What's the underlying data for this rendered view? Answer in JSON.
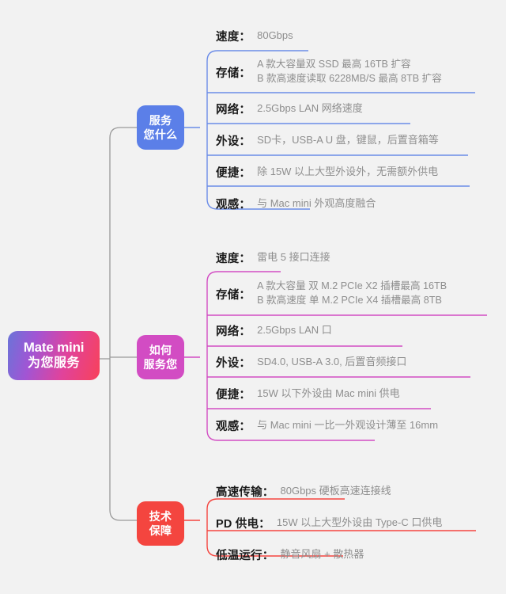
{
  "root": {
    "line1": "Mate mini",
    "line2": "为您服务",
    "gradient_from": "#6a74d8",
    "gradient_mid": "#e0439c",
    "gradient_to": "#f8415a"
  },
  "trunk_color": "#9a9a9a",
  "background": "#f2f2f2",
  "branches": [
    {
      "id": "branch-service-what",
      "node_line1": "服务",
      "node_line2": "您什么",
      "color": "#5b7fe8",
      "rows": [
        {
          "label": "速度：",
          "value": "80Gbps"
        },
        {
          "label": "存储：",
          "value_lines": [
            "A 款大容量双 SSD 最高 16TB 扩容",
            "B 款高速度读取 6228MB/S 最高 8TB 扩容"
          ]
        },
        {
          "label": "网络：",
          "value": "2.5Gbps LAN 网络速度"
        },
        {
          "label": "外设：",
          "value": "SD卡，USB-A U 盘，键鼠，后置音箱等"
        },
        {
          "label": "便捷：",
          "value": "除 15W 以上大型外设外，无需额外供电"
        },
        {
          "label": "观感：",
          "value": "与 Mac mini 外观高度融合"
        }
      ]
    },
    {
      "id": "branch-how-serve",
      "node_line1": "如何",
      "node_line2": "服务您",
      "color": "#d24cc3",
      "rows": [
        {
          "label": "速度：",
          "value": "雷电 5 接口连接"
        },
        {
          "label": "存储：",
          "value_lines": [
            "A 款大容量 双 M.2 PCIe X2 插槽最高 16TB",
            "B 款高速度 单 M.2 PCIe X4 插槽最高 8TB"
          ]
        },
        {
          "label": "网络：",
          "value": "2.5Gbps LAN 口"
        },
        {
          "label": "外设：",
          "value": "SD4.0, USB-A 3.0, 后置音频接口"
        },
        {
          "label": "便捷：",
          "value": "15W 以下外设由 Mac mini 供电"
        },
        {
          "label": "观感：",
          "value": "与 Mac mini 一比一外观设计薄至 16mm"
        }
      ]
    },
    {
      "id": "branch-tech-guarantee",
      "node_line1": "技术",
      "node_line2": "保障",
      "color": "#f4453f",
      "rows": [
        {
          "label": "高速传输：",
          "value": "80Gbps 硬板高速连接线"
        },
        {
          "label": "PD 供电：",
          "value": "15W 以上大型外设由 Type-C 口供电"
        },
        {
          "label": "低温运行：",
          "value": "静音风扇 + 散热器"
        }
      ]
    }
  ]
}
